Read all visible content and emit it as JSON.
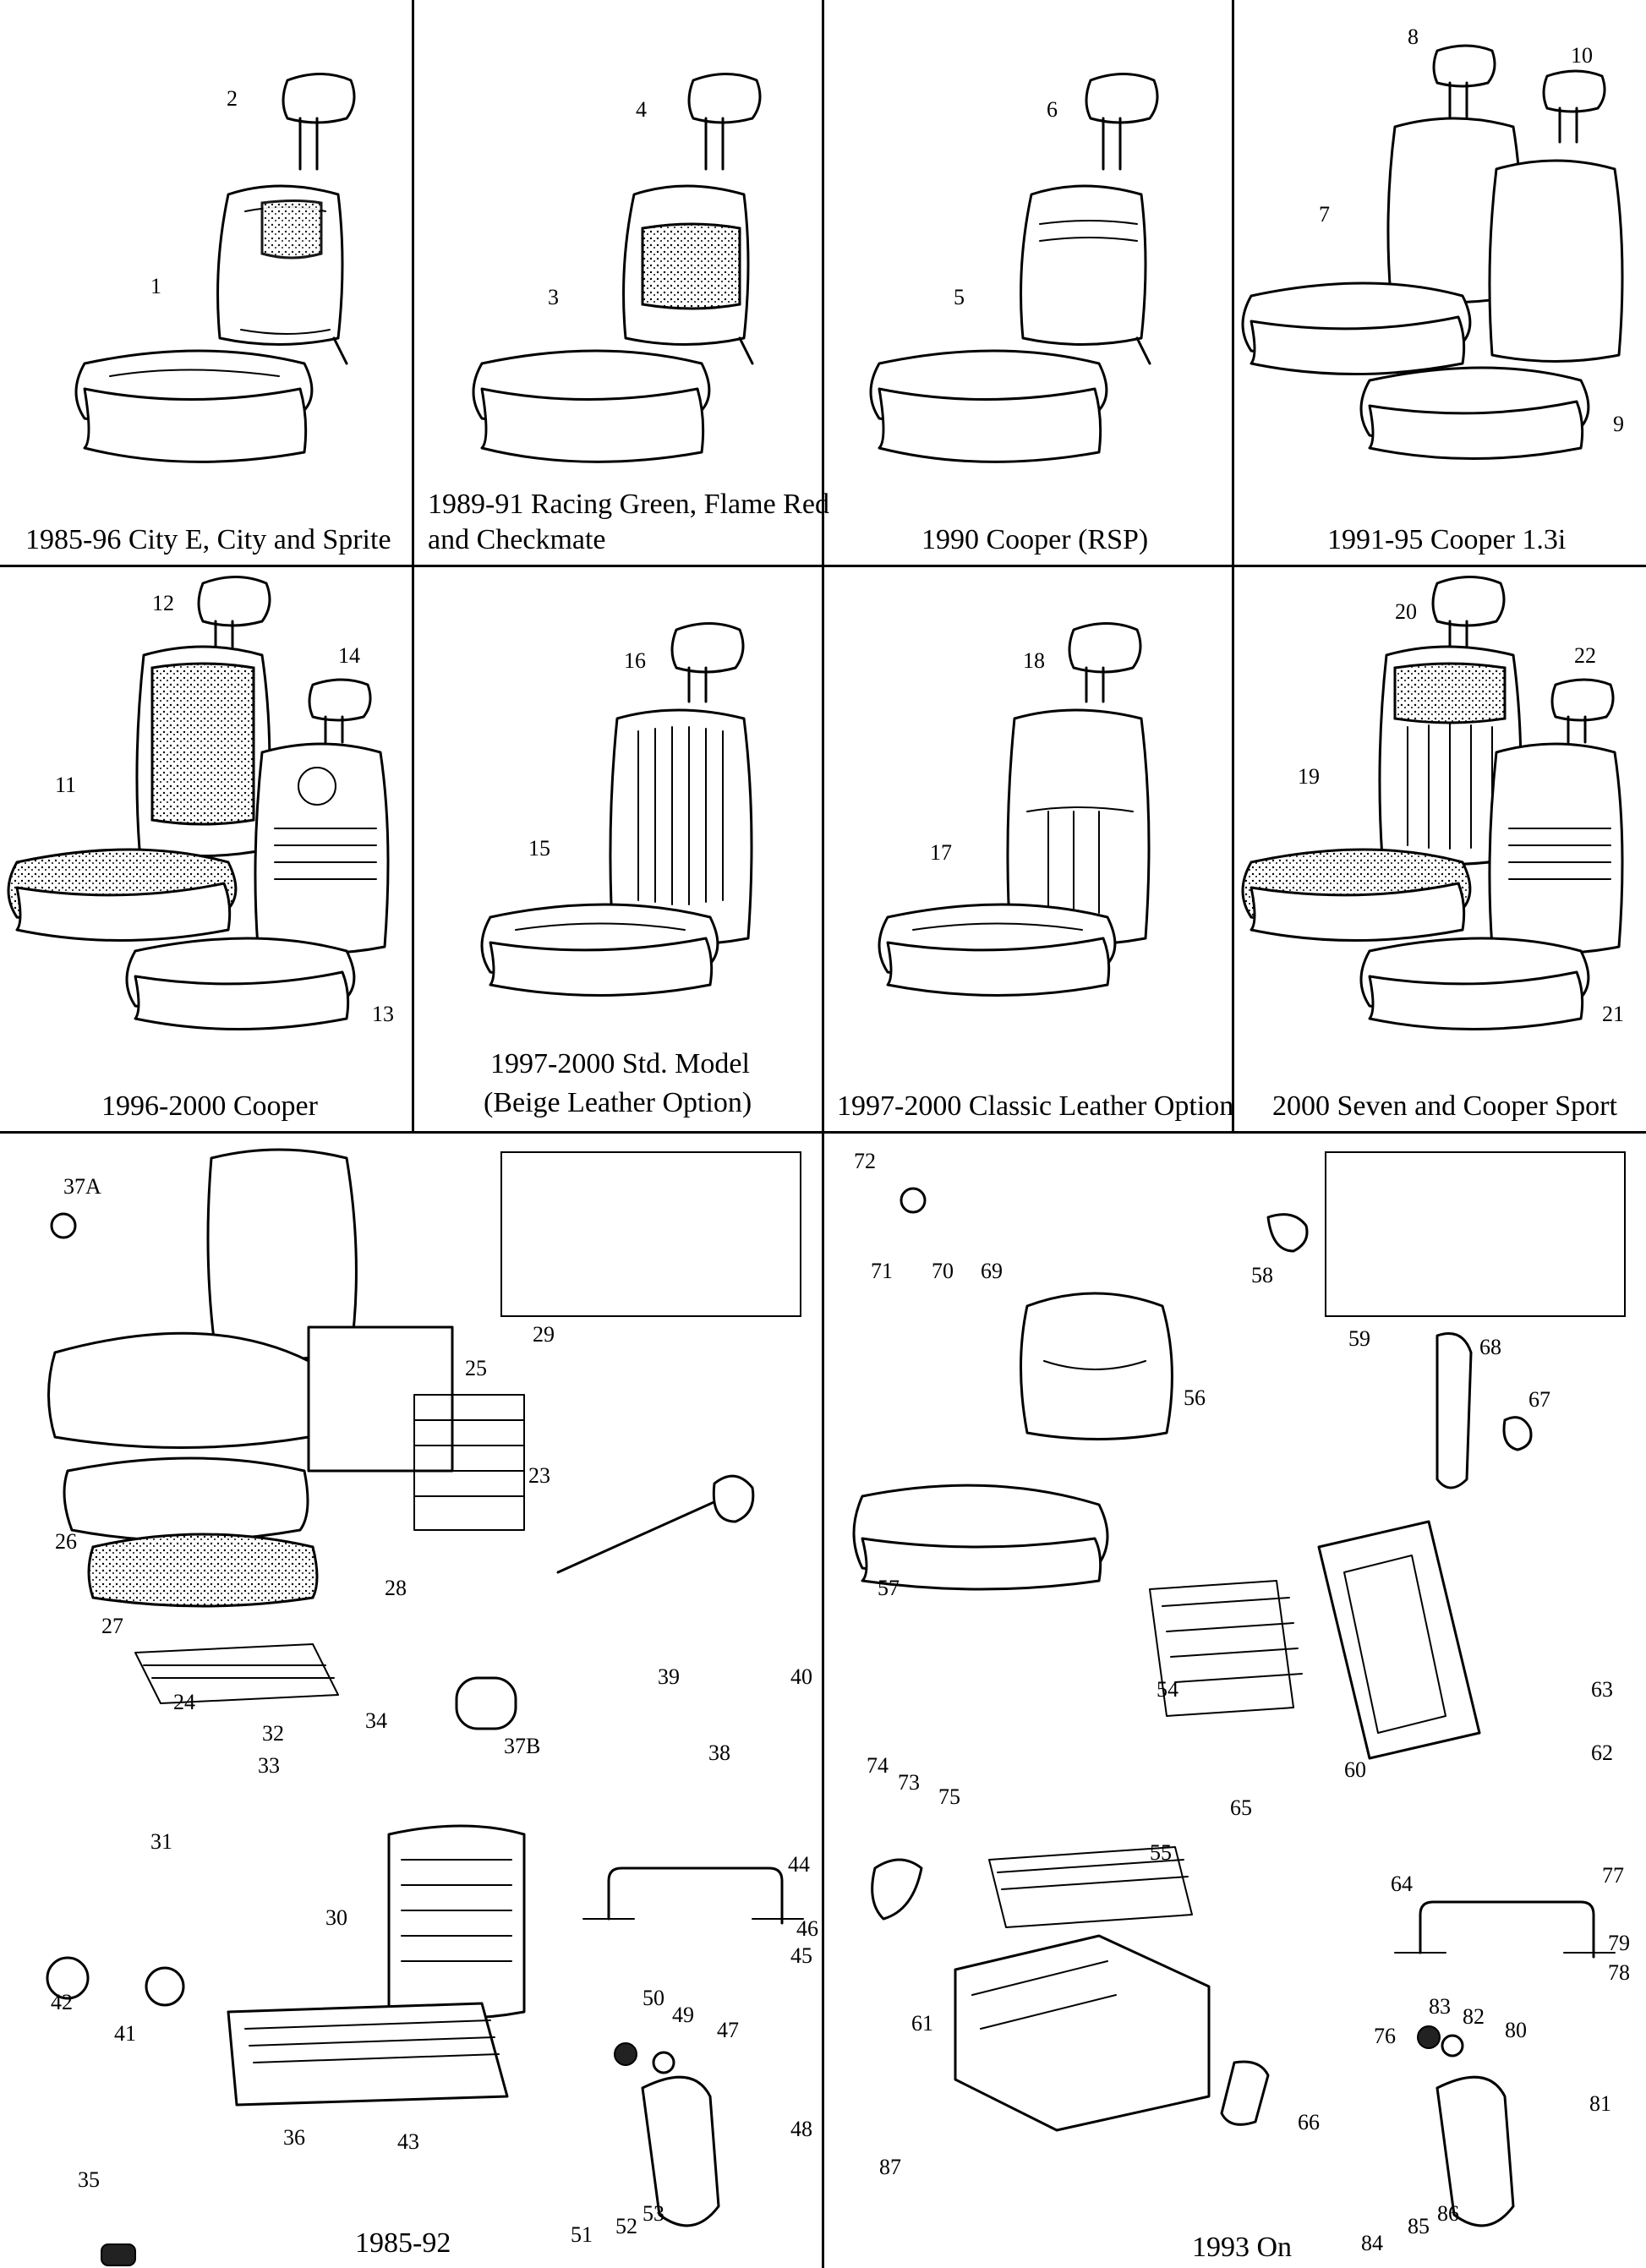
{
  "panels": {
    "p1": {
      "caption": "1985-96 City E, City and Sprite",
      "callouts": [
        "2",
        "1"
      ]
    },
    "p2": {
      "caption_line1": "1989-91 Racing Green, Flame Red",
      "caption_line2": "and Checkmate",
      "callouts": [
        "4",
        "3"
      ]
    },
    "p3": {
      "caption": "1990 Cooper (RSP)",
      "callouts": [
        "6",
        "5"
      ]
    },
    "p4": {
      "caption": "1991-95 Cooper 1.3i",
      "callouts": [
        "8",
        "10",
        "7",
        "9"
      ]
    },
    "p5": {
      "caption": "1996-2000 Cooper",
      "callouts": [
        "12",
        "14",
        "11",
        "13"
      ]
    },
    "p6": {
      "caption_line1": "1997-2000 Std. Model",
      "caption_line2": "(Beige Leather Option)",
      "callouts": [
        "16",
        "15"
      ]
    },
    "p7": {
      "caption": "1997-2000 Classic Leather Option",
      "callouts": [
        "18",
        "17"
      ]
    },
    "p8": {
      "caption": "2000 Seven and Cooper Sport",
      "callouts": [
        "20",
        "22",
        "19",
        "21"
      ]
    },
    "p9": {
      "caption": "1985-92",
      "callouts": [
        "37A",
        "29",
        "25",
        "23",
        "26",
        "28",
        "27",
        "40",
        "39",
        "24",
        "34",
        "32",
        "33",
        "37B",
        "38",
        "31",
        "44",
        "30",
        "46",
        "45",
        "42",
        "50",
        "49",
        "41",
        "47",
        "43",
        "36",
        "48",
        "35",
        "51",
        "52",
        "53"
      ]
    },
    "p10": {
      "caption": "1993 On",
      "callouts": [
        "72",
        "71",
        "70",
        "69",
        "58",
        "59",
        "56",
        "68",
        "67",
        "57",
        "54",
        "63",
        "60",
        "62",
        "74",
        "73",
        "75",
        "65",
        "55",
        "64",
        "77",
        "79",
        "78",
        "61",
        "83",
        "82",
        "76",
        "80",
        "66",
        "81",
        "87",
        "84",
        "85",
        "86"
      ]
    }
  }
}
